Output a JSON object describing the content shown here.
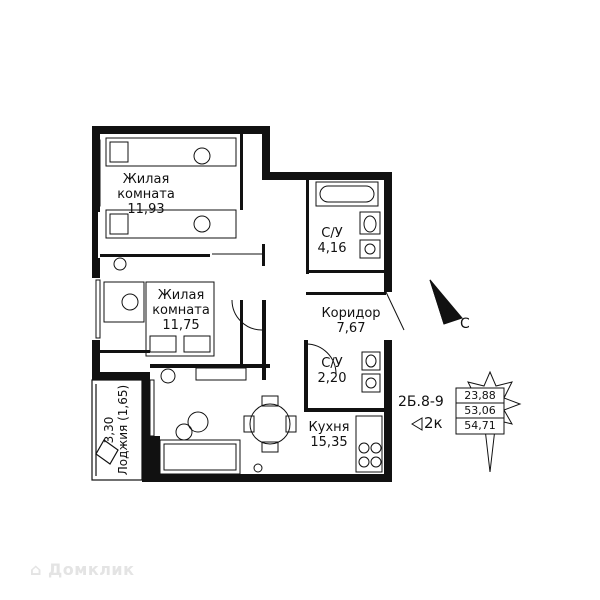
{
  "rooms": {
    "living1": {
      "name_line1": "Жилая",
      "name_line2": "комната",
      "area": "11,93"
    },
    "living2": {
      "name_line1": "Жилая",
      "name_line2": "комната",
      "area": "11,75"
    },
    "bath1": {
      "name": "С/У",
      "area": "4,16"
    },
    "corridor": {
      "name": "Коридор",
      "area": "7,67"
    },
    "bath2": {
      "name": "С/У",
      "area": "2,20"
    },
    "kitchen": {
      "name": "Кухня",
      "area": "15,35"
    },
    "loggia": {
      "name": "Лоджия",
      "area": "3,30",
      "area_reduced": "(1,65)"
    }
  },
  "unit": {
    "code": "2Б.8-9",
    "type": "2к",
    "area_living": "23,88",
    "area_total": "53,06",
    "area_with_loggia": "54,71"
  },
  "compass": {
    "label": "С"
  },
  "watermark": {
    "text": "Домклик"
  }
}
